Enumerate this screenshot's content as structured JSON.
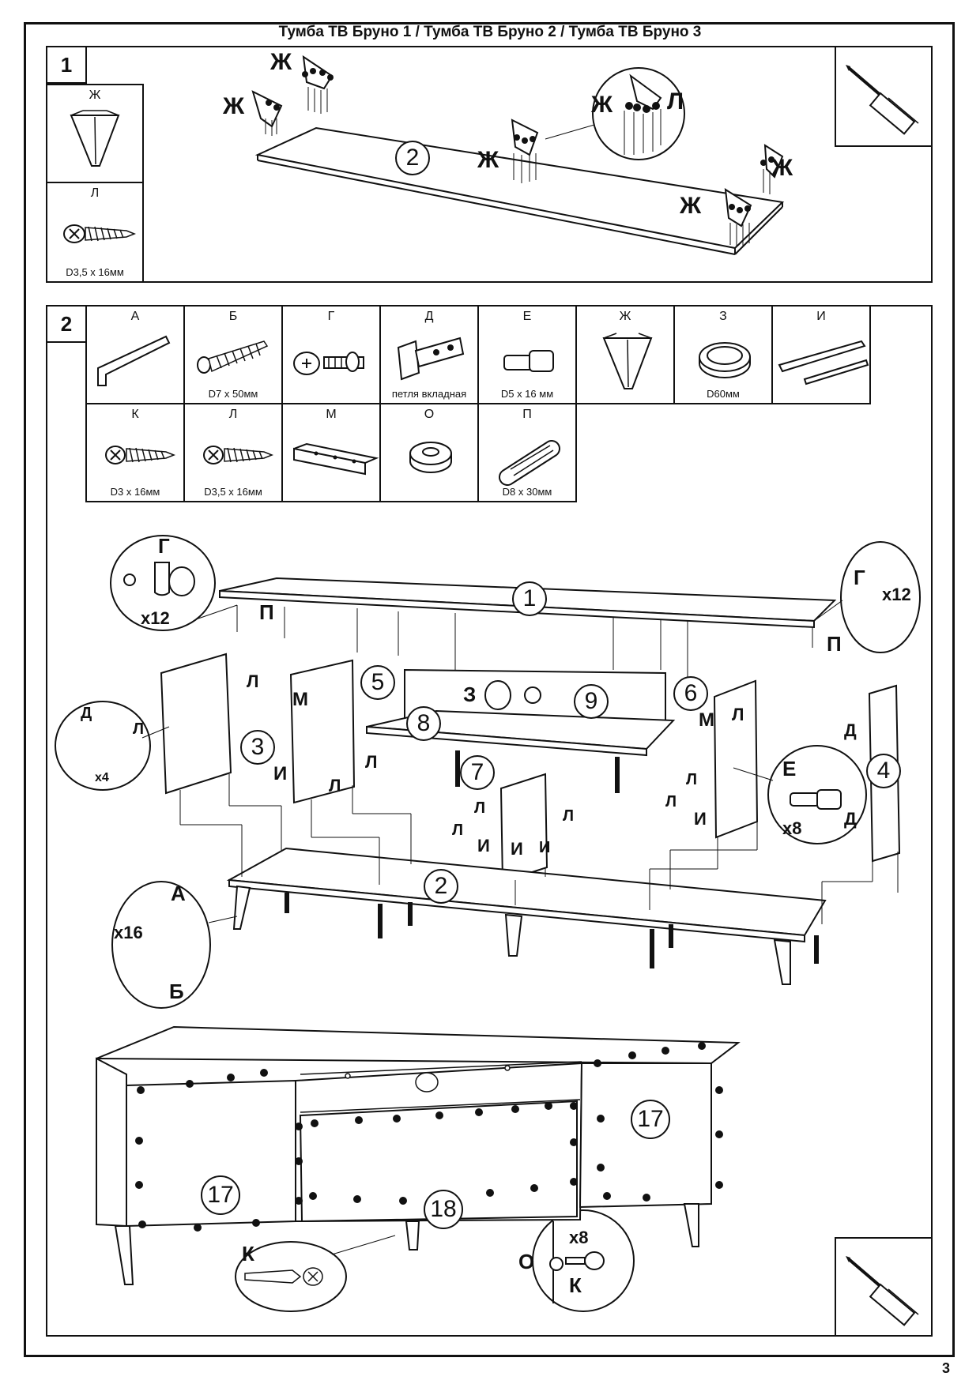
{
  "title": "Тумба ТВ Бруно 1 / Тумба ТВ Бруно 2 / Тумба ТВ Бруно 3",
  "page_number": "3",
  "step1": {
    "number": "1",
    "parts": [
      {
        "letter": "Ж",
        "size": ""
      },
      {
        "letter": "Л",
        "size": "D3,5 x 16мм"
      }
    ],
    "panel_number": "2",
    "callouts": [
      "Ж",
      "Ж",
      "Ж",
      "Ж",
      "Ж",
      "Ж",
      "Л"
    ]
  },
  "step2": {
    "number": "2",
    "parts_row1": [
      {
        "letter": "А",
        "size": ""
      },
      {
        "letter": "Б",
        "size": "D7 x 50мм"
      },
      {
        "letter": "Г",
        "size": ""
      },
      {
        "letter": "Д",
        "size": "петля вкладная"
      },
      {
        "letter": "Е",
        "size": "D5 x 16 мм"
      },
      {
        "letter": "Ж",
        "size": ""
      },
      {
        "letter": "З",
        "size": "D60мм"
      },
      {
        "letter": "И",
        "size": ""
      }
    ],
    "parts_row2": [
      {
        "letter": "К",
        "size": "D3 x 16мм"
      },
      {
        "letter": "Л",
        "size": "D3,5 x 16мм"
      },
      {
        "letter": "М",
        "size": ""
      },
      {
        "letter": "О",
        "size": ""
      },
      {
        "letter": "П",
        "size": "D8 x 30мм"
      }
    ],
    "panel_numbers": [
      "1",
      "2",
      "3",
      "4",
      "5",
      "6",
      "7",
      "8",
      "9"
    ],
    "front_numbers": [
      "17",
      "18",
      "17"
    ],
    "details": {
      "cam_left": {
        "letter": "Г",
        "qty": "x12"
      },
      "cam_right": {
        "letter": "Г",
        "qty": "x12"
      },
      "dowel_left": "П",
      "dowel_right": "П",
      "hinge": {
        "letters": [
          "Д",
          "Л"
        ],
        "qty": "x4"
      },
      "screw_b": {
        "letters": [
          "А",
          "Б"
        ],
        "qty": "x16"
      },
      "pin_e": {
        "letter": "Е",
        "qty": "x8"
      },
      "grommet": "З",
      "screw_k": "К",
      "handle": {
        "letters": [
          "О",
          "К"
        ],
        "qty": "x8"
      }
    },
    "labels": [
      "Л",
      "М",
      "Л",
      "И",
      "Л",
      "Л",
      "Л",
      "И",
      "Л",
      "И",
      "И",
      "Л",
      "М",
      "Л",
      "Л",
      "И",
      "Д",
      "Д"
    ]
  }
}
